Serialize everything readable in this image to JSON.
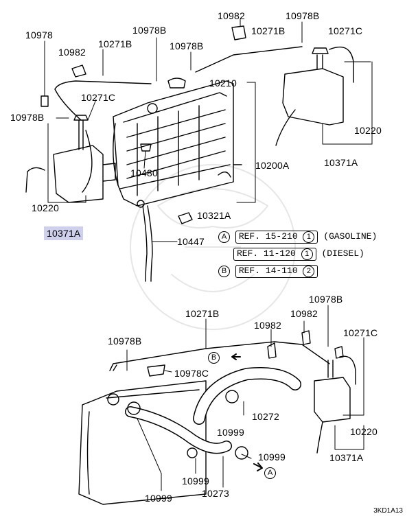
{
  "top": {
    "labels": {
      "p10978": "10978",
      "p10982_left": "10982",
      "p10271B_left": "10271B",
      "p10978B_top_mid": "10978B",
      "p10978B_mid": "10978B",
      "p10982_top": "10982",
      "p10978B_top_right": "10978B",
      "p10271B_top": "10271B",
      "p10271C_top_right": "10271C",
      "p10271C_left": "10271C",
      "p10978B_left": "10978B",
      "p10210": "10210",
      "p10480": "10480",
      "p10200A": "10200A",
      "p10220_right": "10220",
      "p10371A_right": "10371A",
      "p10220_left": "10220",
      "p10371A_left": "10371A",
      "p10321A": "10321A",
      "p10447": "10447"
    }
  },
  "refs": [
    {
      "marker": "A",
      "text": "REF. 15-210",
      "num": "1",
      "note": "(GASOLINE)"
    },
    {
      "marker": "",
      "text": "REF. 11-120",
      "num": "1",
      "note": "(DIESEL)"
    },
    {
      "marker": "B",
      "text": "REF. 14-110",
      "num": "2",
      "note": ""
    }
  ],
  "bottom": {
    "labels": {
      "b10978B_top": "10978B",
      "b10271B": "10271B",
      "b10982_mid": "10982",
      "b10982_right": "10982",
      "b10271C": "10271C",
      "b10978B_left": "10978B",
      "b10978C": "10978C",
      "b10272": "10272",
      "b10999_mid": "10999",
      "b10999_right": "10999",
      "b10220": "10220",
      "b10371A": "10371A",
      "b10999_bl": "10999",
      "b10999_bm": "10999",
      "b10273": "10273"
    },
    "markers": {
      "b": "B",
      "a": "A"
    }
  },
  "diagram_code": "3KD1A13"
}
